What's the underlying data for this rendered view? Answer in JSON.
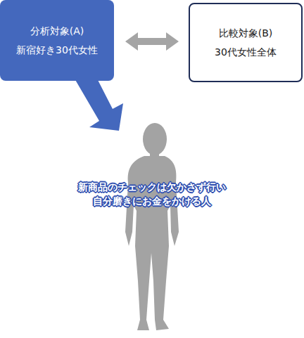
{
  "diagram": {
    "nodes": [
      {
        "text": [
          "分析対象(A)",
          "新宿好き30代女性"
        ]
      },
      {
        "text": [
          "比較対象(B)",
          "30代女性全体"
        ]
      }
    ],
    "edges": [
      {
        "from": 0,
        "to": 1,
        "arrow": "both"
      }
    ],
    "labels": [
      "新商品のチェックは欠かさず行い 自分磨きにお金をかける人"
    ]
  }
}
